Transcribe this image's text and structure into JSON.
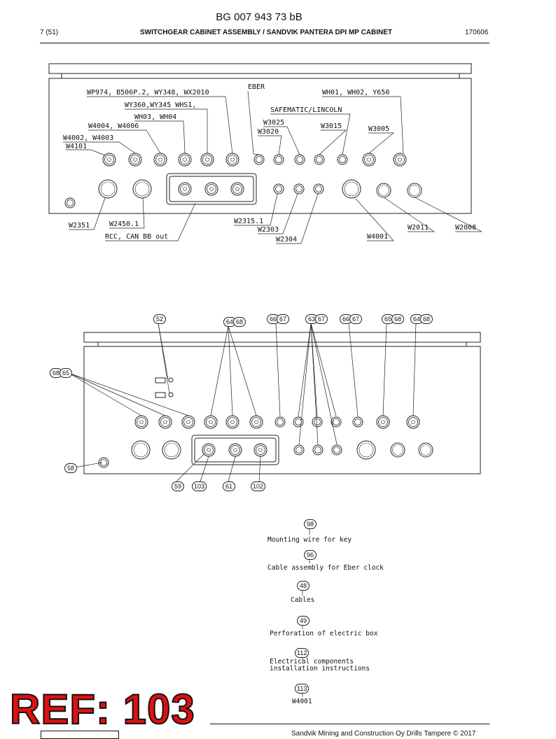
{
  "header": {
    "doc_number": "BG 007 943 73 bB",
    "page": "7 (51)",
    "title": "SWITCHGEAR CABINET ASSEMBLY / SANDVIK PANTERA DPI MP CABINET",
    "date": "170606"
  },
  "top_view_labels": [
    "WP974, B506P.2, WY348, WX2010",
    "EBER",
    "WH01, WH02, Y650",
    "WY360,WY345 WHS1,",
    "WH03, WH04",
    "SAFEMATIC/LINCOLN",
    "W4004, W4006",
    "W3025",
    "W3015",
    "W3020",
    "W3005",
    "W4002, W4003",
    "W4101",
    "W2351",
    "W2450.1",
    "RCC, CAN BB out",
    "W2315.1",
    "W2303",
    "W2304",
    "W4001",
    "W2011",
    "W2008"
  ],
  "bottom_view_balloons": [
    "52",
    "64",
    "68",
    "66",
    "67",
    "63",
    "67",
    "66",
    "67",
    "65",
    "68",
    "64",
    "68",
    "68",
    "65",
    "58",
    "59",
    "103",
    "61",
    "102"
  ],
  "parts_list": [
    {
      "ref": "98",
      "desc": "Mounting wire for key"
    },
    {
      "ref": "96",
      "desc": "Cable assembly for Eber clock"
    },
    {
      "ref": "48",
      "desc": "Cables"
    },
    {
      "ref": "49",
      "desc": "Perforation of electric box"
    },
    {
      "ref": "112",
      "desc": "Electrical components",
      "desc2": "installation instructions"
    },
    {
      "ref": "113",
      "desc": "W4001"
    }
  ],
  "stamp": "REF: 103",
  "footer": {
    "copyright": "Sandvik Mining and Construction Oy Drills Tampere © 2017"
  }
}
